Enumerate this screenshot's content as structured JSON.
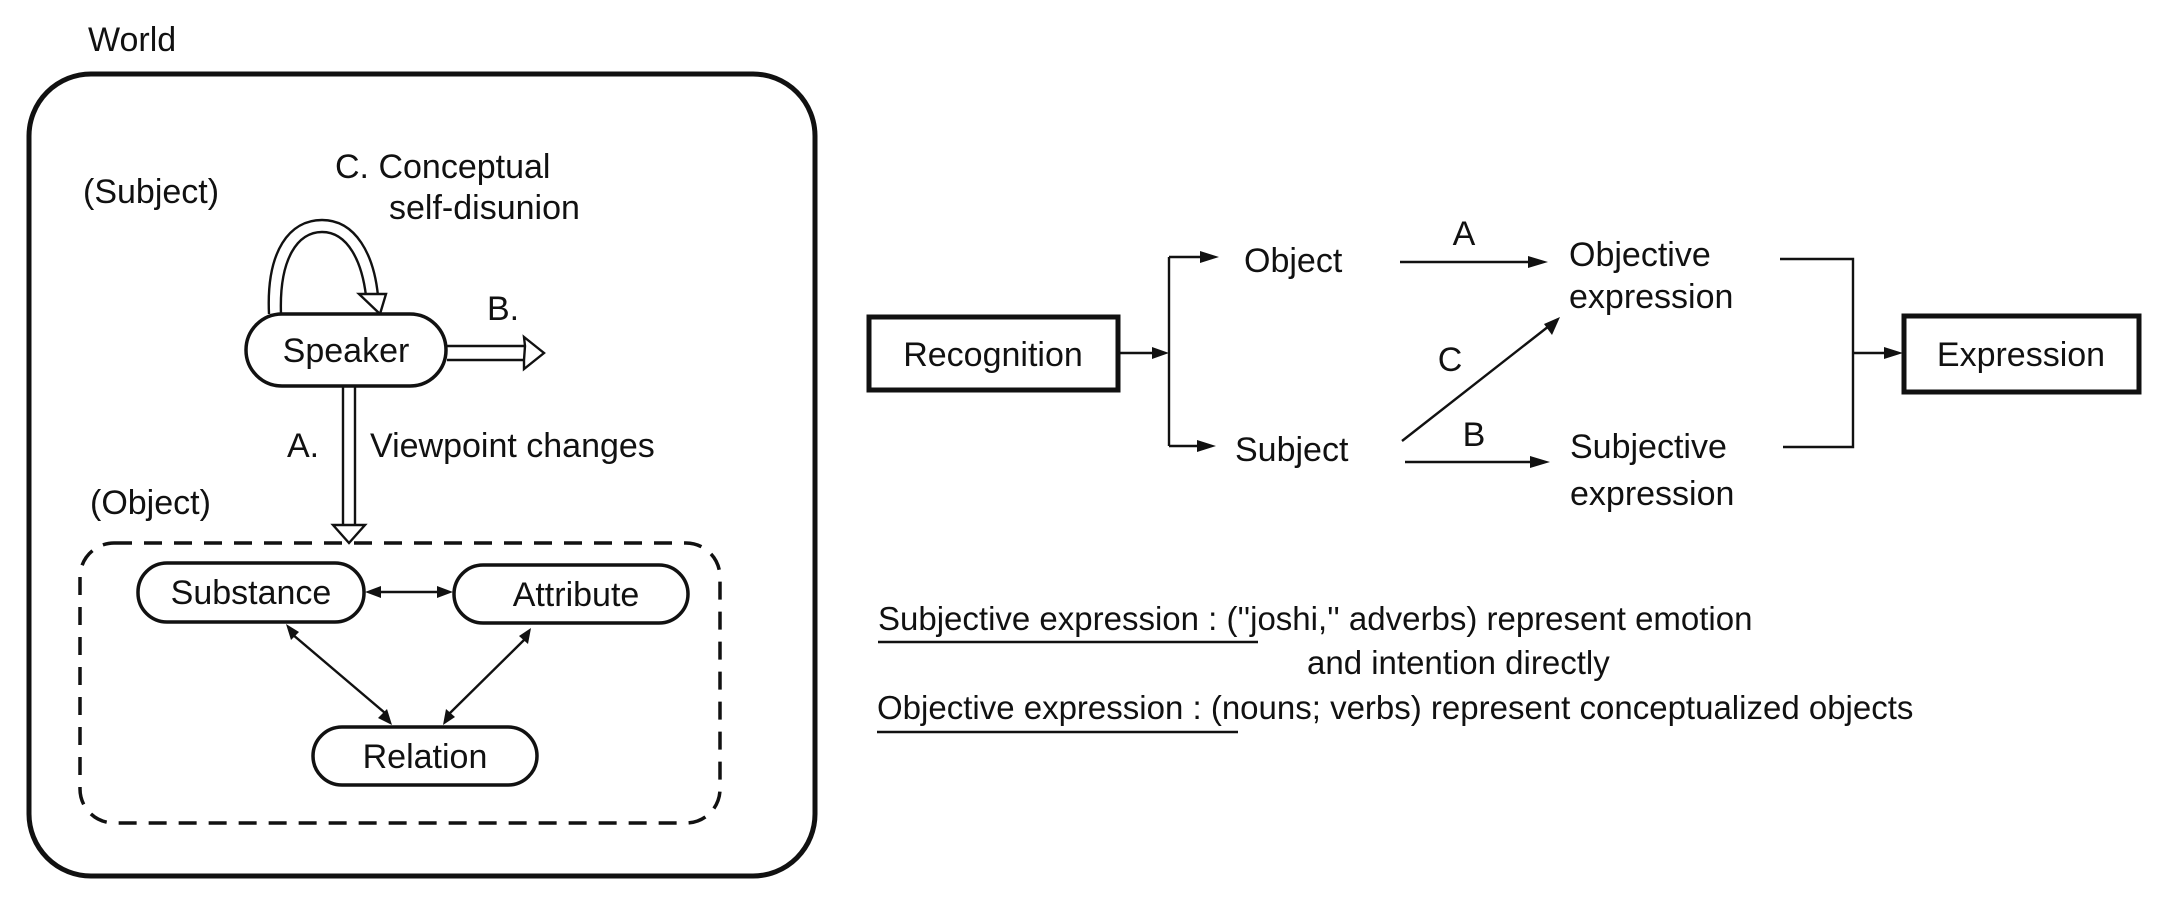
{
  "figure": {
    "left_panel": {
      "world_label": "World",
      "subject_label": "(Subject)",
      "object_label": "(Object)",
      "self_disunion_label_line1": "C. Conceptual",
      "self_disunion_label_line2": "self-disunion",
      "outward_arrow_label": "B.",
      "viewpoint_arrow_letter": "A.",
      "viewpoint_arrow_label": "Viewpoint changes",
      "nodes": {
        "speaker": "Speaker",
        "substance": "Substance",
        "attribute": "Attribute",
        "relation": "Relation"
      }
    },
    "flow": {
      "recognition": "Recognition",
      "object": "Object",
      "subject": "Subject",
      "objective_expression_line1": "Objective",
      "objective_expression_line2": "expression",
      "subjective_expression_line1": "Subjective",
      "subjective_expression_line2": "expression",
      "expression": "Expression",
      "edge_labels": {
        "a": "A",
        "b": "B",
        "c": "C"
      }
    },
    "notes": [
      {
        "term": "Subjective expression",
        "separator": " : ",
        "definition_line1": "(''joshi,'' adverbs) represent emotion",
        "definition_line2": "and intention directly"
      },
      {
        "term": "Objective expression",
        "separator": " : ",
        "definition_line1": "(nouns; verbs) represent conceptualized objects"
      }
    ]
  }
}
